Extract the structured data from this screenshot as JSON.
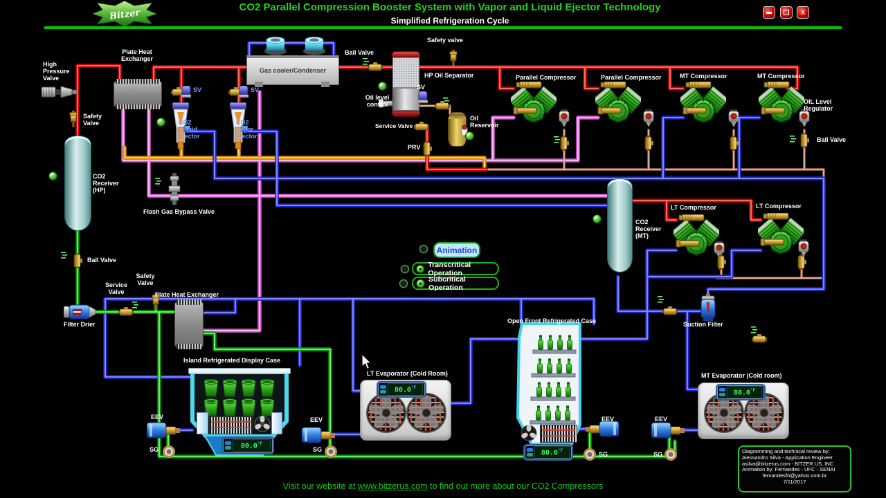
{
  "header": {
    "logo_text": "Bitzer",
    "title": "CO2 Parallel Compression Booster System with Vapor and Liquid Ejector Technology",
    "subtitle": "Simplified Refrigeration Cycle"
  },
  "window_controls": {
    "minimize": "–",
    "maximize": "",
    "close": "X"
  },
  "labels": {
    "high_pressure_valve": "High\nPressure\nValve",
    "plate_heat_exchanger_top": "Plate Heat\nExchanger",
    "safety_valve_left": "Safety\nValve",
    "co2_receiver_hp": "CO2\nReceiver\n(HP)",
    "sv": "SV",
    "co2_liquid_ejector": "CO2\nLiquid\nEjector",
    "co2_vapor_ejector": "CO2\nVapor\nEjector",
    "gas_cooler": "Gas cooler/Condenser",
    "ball_valve": "Ball Valve",
    "safety_valve_top": "Safety valve",
    "hp_oil_separator": "HP Oil Separator",
    "oil_level_control": "Oil level\ncontrol",
    "service_valve": "Service Valve",
    "prv": "PRV",
    "oil_reservoir": "Oil\nReservoir",
    "parallel_compressor": "Parallel Compressor",
    "mt_compressor": "MT Compressor",
    "oil_level_regulator": "OIL Level\nRegulator",
    "flash_gas_bypass_valve": "Flash Gas Bypass Valve",
    "co2_receiver_mt": "CO2\nReceiver\n(MT)",
    "lt_compressor": "LT Compressor",
    "service_valve_2": "Service\nValve",
    "safety_valve_2": "Safety\nValve",
    "plate_heat_exchanger_bottom": "Plate Heat Exchanger",
    "filter_drier": "Filter Drier",
    "suction_filter": "Suction Filter",
    "open_front_case": "Open Front Refrigerated Case",
    "island_case": "Island Refrigerated  Display Case",
    "lt_evaporator": "LT Evaporator (Cold Room)",
    "mt_evaporator": "MT Evaporator (Cold room)",
    "eev": "EEV",
    "sg": "SG"
  },
  "animation_panel": {
    "title": "Animation",
    "buttons": [
      {
        "label": "Transcritical Operation"
      },
      {
        "label": "Subcritical Operation"
      }
    ]
  },
  "display": {
    "value": "80.0",
    "unit": "°F"
  },
  "credits": {
    "lines": [
      "Diagramming and technical review by:",
      "Alessandro Silva - Application Engineer",
      "asilva@bitzerus.com - BITZER US, INC",
      "Animation by: Fernandes - UFC - SENAI",
      "fernandesfo@yahoo.com.br",
      "7/11/2017"
    ]
  },
  "footer": {
    "pre": "Visit our website at ",
    "link": "www.bitzerus.com",
    "post": " to find out more about our CO2 Compressors"
  },
  "colors": {
    "title_green": "#1fd31f",
    "pipe_discharge_red": "#c40505",
    "pipe_suction_pink": "#cf5ecf",
    "pipe_vapor_blue": "#2029c8",
    "pipe_liquid_green": "#089308",
    "pipe_ejector_orange": "#d88a00",
    "pipe_oil_salmon": "#c07a62",
    "receiver_teal": "#9fcaca",
    "display_digits": "#3cff66"
  }
}
